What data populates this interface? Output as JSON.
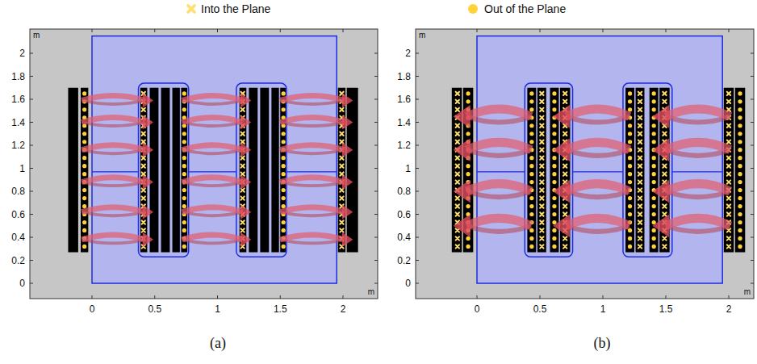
{
  "diagram": {
    "labels": [
      "m",
      "2",
      "1.8",
      "1.6",
      "1.4",
      "1.2",
      "1",
      "0.8",
      "0.6",
      "0.4",
      "0.2",
      "0",
      "m",
      "0",
      "0.5",
      "1",
      "1.5",
      "2",
      "(a)",
      "m",
      "2",
      "1.8",
      "1.6",
      "1.4",
      "1.2",
      "1",
      "0.8",
      "0.6",
      "0.4",
      "0.2",
      "0",
      "m",
      "0",
      "0.5",
      "1",
      "1.5",
      "2",
      "(b)"
    ],
    "legend": [
      {
        "text": "Into the Plane"
      },
      {
        "text": "Out of the Plane"
      }
    ]
  }
}
